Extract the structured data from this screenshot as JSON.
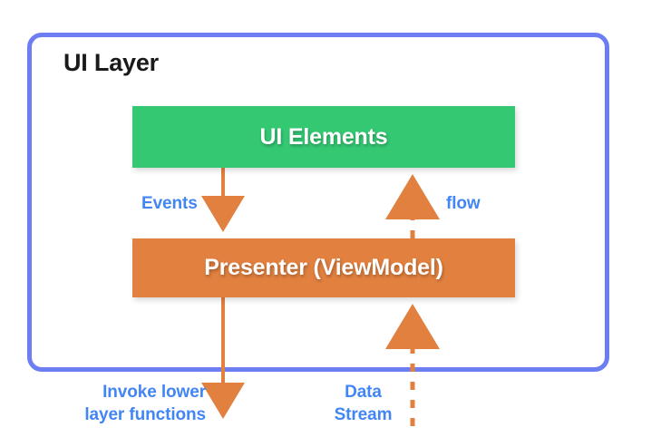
{
  "diagram": {
    "title": "UI Layer",
    "container": {
      "name": "ui-layer-container",
      "border_color": "#6c7ef2"
    },
    "blocks": [
      {
        "id": "ui-elements",
        "label": "UI Elements",
        "color": "#34c873",
        "text_color": "#ffffff"
      },
      {
        "id": "presenter",
        "label": "Presenter (ViewModel)",
        "color": "#e1803f",
        "text_color": "#ffffff"
      }
    ],
    "edges": [
      {
        "id": "events",
        "label": "Events",
        "from": "ui-elements",
        "to": "presenter",
        "style": "solid",
        "direction": "down",
        "color": "#e1803f",
        "label_color": "#4285f4"
      },
      {
        "id": "flow",
        "label": "flow",
        "from": "presenter",
        "to": "ui-elements",
        "style": "dashed",
        "direction": "up",
        "color": "#e1803f",
        "label_color": "#4285f4"
      },
      {
        "id": "invoke-lower-layer-functions",
        "label": "Invoke lower\nlayer functions",
        "label_line_1": "Invoke lower",
        "label_line_2": "layer functions",
        "from": "presenter",
        "to": "lower-layer",
        "style": "solid",
        "direction": "down",
        "color": "#e1803f",
        "label_color": "#4285f4"
      },
      {
        "id": "data-stream",
        "label": "Data Stream",
        "label_line_1": "Data",
        "label_line_2": "Stream",
        "from": "lower-layer",
        "to": "presenter",
        "style": "dashed",
        "direction": "up",
        "color": "#e1803f",
        "label_color": "#4285f4"
      }
    ]
  }
}
